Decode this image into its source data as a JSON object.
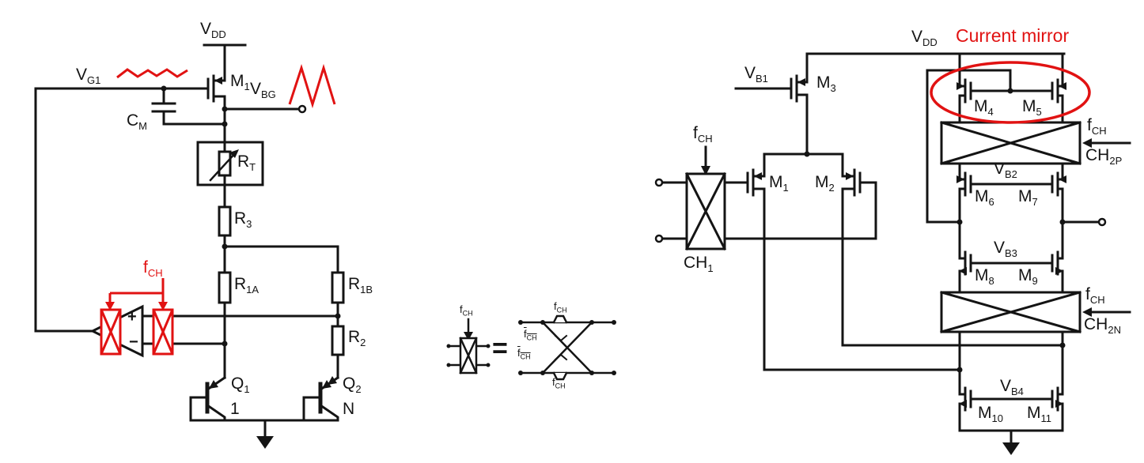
{
  "colors": {
    "wire": "#141414",
    "annotation": "#e11212"
  },
  "left": {
    "vdd": {
      "main": "V",
      "sub": "DD"
    },
    "vg1": {
      "main": "V",
      "sub": "G1"
    },
    "m1": {
      "main": "M",
      "sub": "1"
    },
    "vbg": {
      "main": "V",
      "sub": "BG"
    },
    "cm": {
      "main": "C",
      "sub": "M"
    },
    "rt": {
      "main": "R",
      "sub": "T"
    },
    "r3": {
      "main": "R",
      "sub": "3"
    },
    "r1a": {
      "main": "R",
      "sub": "1A"
    },
    "r1b": {
      "main": "R",
      "sub": "1B"
    },
    "fch": {
      "main": "f",
      "sub": "CH"
    },
    "r2": {
      "main": "R",
      "sub": "2"
    },
    "q1": {
      "main": "Q",
      "sub": "1"
    },
    "q1_ratio": "1",
    "q2": {
      "main": "Q",
      "sub": "2"
    },
    "q2_ratio": "N",
    "amp_plus": "+",
    "amp_minus": "−"
  },
  "legend": {
    "fch": {
      "main": "f",
      "sub": "CH"
    },
    "equals": "=",
    "fch_top": {
      "main": "f",
      "sub": "CH"
    },
    "fch_bar1": {
      "main": "f",
      "sub": "CH"
    },
    "fch_bar2": {
      "main": "f",
      "sub": "CH"
    },
    "fch_bot": {
      "main": "f",
      "sub": "CH"
    }
  },
  "right": {
    "vb1": {
      "main": "V",
      "sub": "B1"
    },
    "m3": {
      "main": "M",
      "sub": "3"
    },
    "fch1": {
      "main": "f",
      "sub": "CH"
    },
    "ch1": {
      "main": "CH",
      "sub": "1"
    },
    "m1": {
      "main": "M",
      "sub": "1"
    },
    "m2": {
      "main": "M",
      "sub": "2"
    },
    "vdd": {
      "main": "V",
      "sub": "DD"
    },
    "current_mirror": "Current mirror",
    "m4": {
      "main": "M",
      "sub": "4"
    },
    "m5": {
      "main": "M",
      "sub": "5"
    },
    "fch2p": {
      "main": "f",
      "sub": "CH"
    },
    "ch2p": {
      "main": "CH",
      "sub": "2P"
    },
    "vb2": {
      "main": "V",
      "sub": "B2"
    },
    "m6": {
      "main": "M",
      "sub": "6"
    },
    "m7": {
      "main": "M",
      "sub": "7"
    },
    "vb3": {
      "main": "V",
      "sub": "B3"
    },
    "m8": {
      "main": "M",
      "sub": "8"
    },
    "m9": {
      "main": "M",
      "sub": "9"
    },
    "fch2n": {
      "main": "f",
      "sub": "CH"
    },
    "ch2n": {
      "main": "CH",
      "sub": "2N"
    },
    "vb4": {
      "main": "V",
      "sub": "B4"
    },
    "m10": {
      "main": "M",
      "sub": "10"
    },
    "m11": {
      "main": "M",
      "sub": "11"
    }
  }
}
